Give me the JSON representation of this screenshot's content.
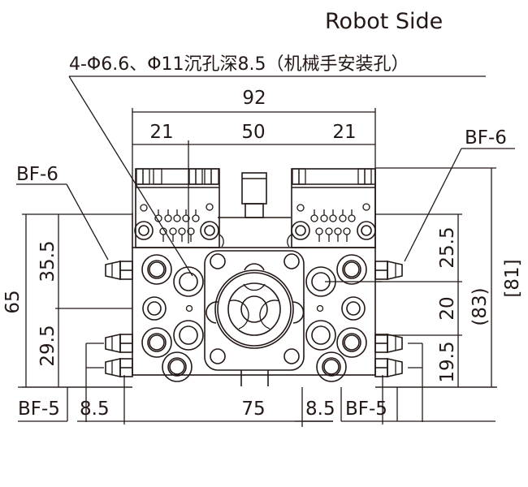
{
  "title": "Robot Side",
  "note": "4-Φ6.6、Φ11沉孔深8.5（机械手安装孔）",
  "colors": {
    "line": "#231815",
    "background": "#ffffff"
  },
  "dimensions": {
    "overall_width": "92",
    "left_segment": "21",
    "center_segment": "50",
    "right_segment": "21",
    "left_height_total": "65",
    "left_upper": "35.5",
    "left_lower": "29.5",
    "right_upper": "25.5",
    "right_middle": "20",
    "right_lower": "19.5",
    "right_total_paren": "(83)",
    "right_total_bracket": "[81]",
    "bottom_left_offset": "8.5",
    "bottom_center": "75",
    "bottom_right_offset": "8.5"
  },
  "labels": {
    "fitting_top_left": "BF-6",
    "fitting_top_right": "BF-6",
    "fitting_bottom_left": "BF-5",
    "fitting_bottom_right": "BF-5"
  }
}
